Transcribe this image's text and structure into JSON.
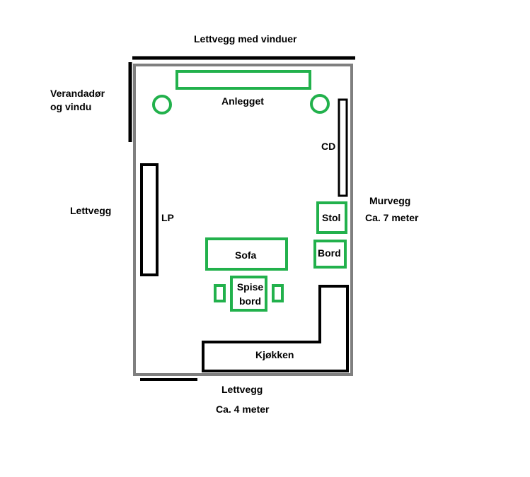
{
  "labels": {
    "top_wall": "Lettvegg med vinduer",
    "veranda_line1": "Verandadør",
    "veranda_line2": "og vindu",
    "left_wall": "Lettvegg",
    "right_wall": "Murvegg",
    "right_length": "Ca. 7 meter",
    "bottom_wall": "Lettvegg",
    "bottom_length": "Ca. 4 meter"
  },
  "furniture": {
    "stereo": "Anlegget",
    "cd": "CD",
    "lp": "LP",
    "chair": "Stol",
    "table": "Bord",
    "sofa": "Sofa",
    "dining_line1": "Spise",
    "dining_line2": "bord",
    "kitchen": "Kjøkken"
  },
  "colors": {
    "room_outline": "#7f7f7f",
    "wall": "#000000",
    "furniture_green": "#22b14c",
    "furniture_black": "#000000"
  }
}
